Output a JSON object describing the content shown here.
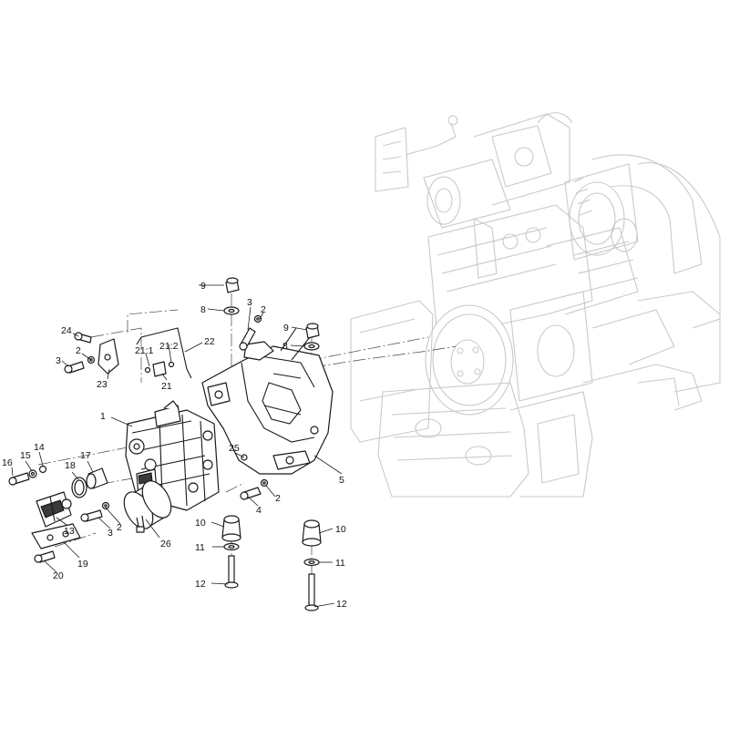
{
  "callouts": [
    {
      "id": "c1",
      "label": "1"
    },
    {
      "id": "c2a",
      "label": "2"
    },
    {
      "id": "c2b",
      "label": "2"
    },
    {
      "id": "c2c",
      "label": "2"
    },
    {
      "id": "c2d",
      "label": "2"
    },
    {
      "id": "c3a",
      "label": "3"
    },
    {
      "id": "c3b",
      "label": "3"
    },
    {
      "id": "c3c",
      "label": "3"
    },
    {
      "id": "c4",
      "label": "4"
    },
    {
      "id": "c5",
      "label": "5"
    },
    {
      "id": "c8a",
      "label": "8"
    },
    {
      "id": "c8b",
      "label": "8"
    },
    {
      "id": "c9a",
      "label": "9"
    },
    {
      "id": "c9b",
      "label": "9"
    },
    {
      "id": "c10a",
      "label": "10"
    },
    {
      "id": "c10b",
      "label": "10"
    },
    {
      "id": "c11a",
      "label": "11"
    },
    {
      "id": "c11b",
      "label": "11"
    },
    {
      "id": "c12a",
      "label": "12"
    },
    {
      "id": "c12b",
      "label": "12"
    },
    {
      "id": "c13",
      "label": "13"
    },
    {
      "id": "c14",
      "label": "14"
    },
    {
      "id": "c15",
      "label": "15"
    },
    {
      "id": "c16",
      "label": "16"
    },
    {
      "id": "c17",
      "label": "17"
    },
    {
      "id": "c18",
      "label": "18"
    },
    {
      "id": "c19",
      "label": "19"
    },
    {
      "id": "c20",
      "label": "20"
    },
    {
      "id": "c21",
      "label": "21"
    },
    {
      "id": "c21-1",
      "label": "21:1"
    },
    {
      "id": "c21-2",
      "label": "21:2"
    },
    {
      "id": "c22",
      "label": "22"
    },
    {
      "id": "c23",
      "label": "23"
    },
    {
      "id": "c24",
      "label": "24"
    },
    {
      "id": "c25",
      "label": "25"
    },
    {
      "id": "c26",
      "label": "26"
    }
  ]
}
